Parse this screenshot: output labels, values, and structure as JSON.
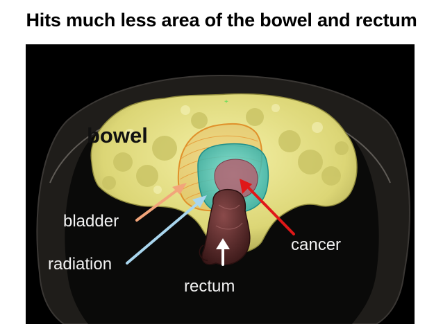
{
  "title": "Hits much less area of the bowel and rectum",
  "labels": {
    "bowel": "bowel",
    "bladder": "bladder",
    "radiation": "radiation",
    "cancer": "cancer",
    "rectum": "rectum"
  },
  "colors": {
    "background": "#000000",
    "bowel": "#e8e48a",
    "bladder": "#e0902a",
    "radiation": "#3fd6d0",
    "cancer": "#b06070",
    "rectum": "#5a2a2a",
    "arrow_bladder": "#f2a57a",
    "arrow_radiation": "#a9d6ee",
    "arrow_cancer": "#e01818",
    "arrow_rectum": "#ffffff"
  }
}
